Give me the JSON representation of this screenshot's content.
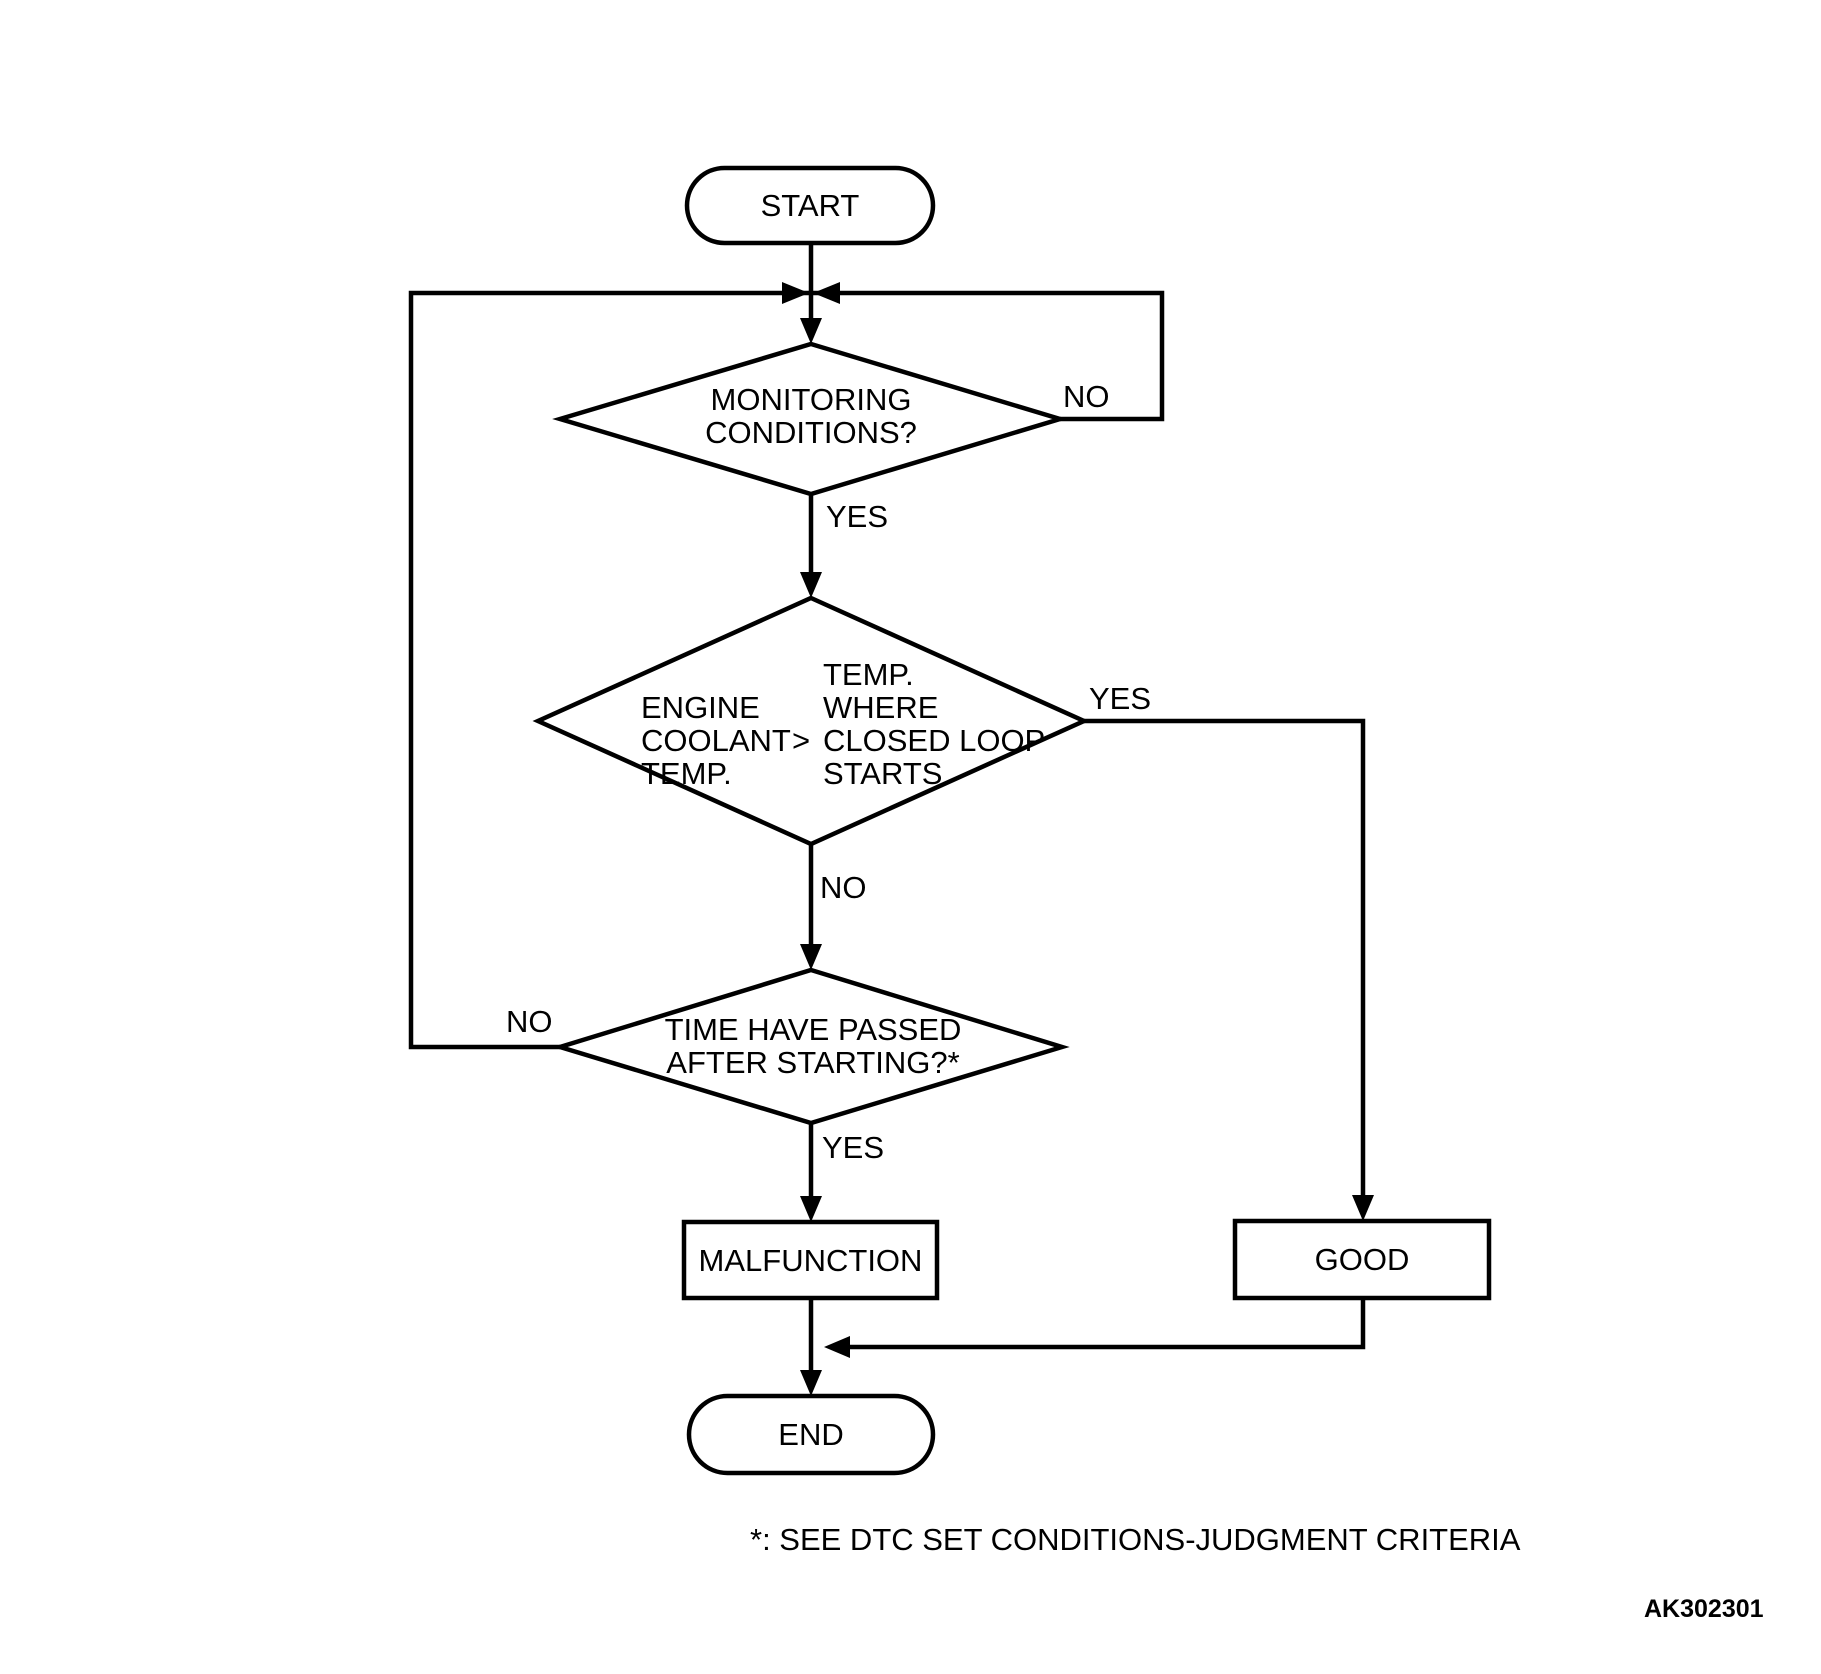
{
  "flowchart": {
    "start": {
      "label": "START"
    },
    "decision1": {
      "line1": "MONITORING",
      "line2": "CONDITIONS?",
      "no": "NO",
      "yes": "YES"
    },
    "decision2": {
      "left_line1": "ENGINE",
      "left_line2": "COOLANT",
      "left_line3": "TEMP.",
      "operator": ">",
      "right_line1": "TEMP.",
      "right_line2": "WHERE",
      "right_line3": "CLOSED LOOP",
      "right_line4": "STARTS",
      "yes": "YES",
      "no": "NO"
    },
    "decision3": {
      "line1": "TIME HAVE PASSED",
      "line2": "AFTER STARTING?*",
      "no": "NO",
      "yes": "YES"
    },
    "malfunction": {
      "label": "MALFUNCTION"
    },
    "good": {
      "label": "GOOD"
    },
    "end": {
      "label": "END"
    },
    "footnote": "*: SEE DTC SET CONDITIONS-JUDGMENT CRITERIA",
    "reference_code": "AK302301"
  }
}
